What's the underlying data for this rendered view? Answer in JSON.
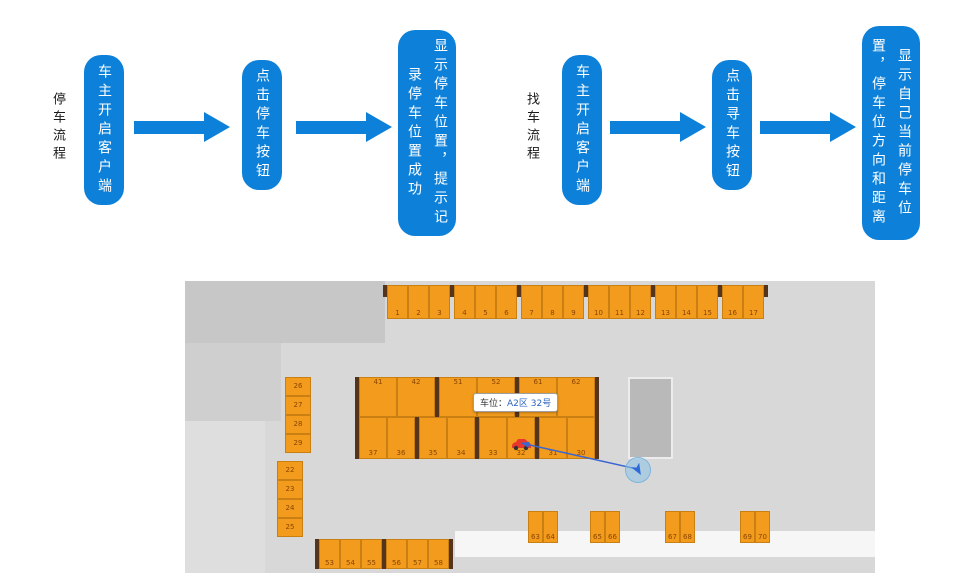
{
  "colors": {
    "flow_blue": "#0D81D9",
    "spot_orange": "#F29B1D",
    "spot_border": "#C97F12",
    "post_brown": "#54351B",
    "number_brown": "#8A4500",
    "route_blue": "#3A66D0",
    "marker_blue": "#2E6BD8",
    "car_red": "#E8372C"
  },
  "flows": [
    {
      "label": "停车流程",
      "steps": [
        "车主开启客户端",
        "点击停车按钮",
        "显示停车位置，提示记录停车位置成功"
      ]
    },
    {
      "label": "找车流程",
      "steps": [
        "车主开启客户端",
        "点击寻车按钮",
        "显示自己当前停车位置，停车位方向和距离"
      ]
    }
  ],
  "map": {
    "tooltip_label": "车位：",
    "tooltip_value": "A2区 32号",
    "car_spot": "32",
    "top_row": [
      "1",
      "2",
      "3",
      "4",
      "5",
      "6",
      "7",
      "8",
      "9",
      "10",
      "11",
      "12",
      "13",
      "14",
      "15",
      "16",
      "17"
    ],
    "left_stack_upper": [
      "26",
      "27",
      "28",
      "29"
    ],
    "left_stack_lower": [
      "22",
      "23",
      "24",
      "25"
    ],
    "grid_top": [
      "41",
      "42",
      "51",
      "52",
      "61",
      "62"
    ],
    "grid_bottom": [
      "37",
      "36",
      "35",
      "34",
      "33",
      "32",
      "31",
      "30"
    ],
    "bottom_pairs": [
      [
        "63",
        "64"
      ],
      [
        "65",
        "66"
      ],
      [
        "67",
        "68"
      ],
      [
        "69",
        "70"
      ]
    ],
    "bottom_row": [
      "53",
      "54",
      "55",
      "56",
      "57",
      "58"
    ]
  }
}
